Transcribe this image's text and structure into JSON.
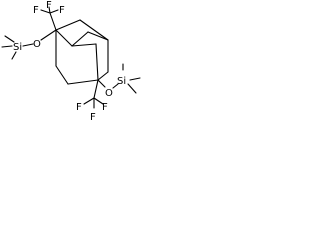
{
  "molecule": {
    "atom_labels": {
      "f_top_left_1": "F",
      "f_top_left_2": "F",
      "f_top_left_3": "F",
      "o_left": "O",
      "si_left": "Si",
      "si_right": "Si",
      "o_right": "O",
      "f_bottom_1": "F",
      "f_bottom_2": "F",
      "f_bottom_3": "F"
    },
    "colors": {
      "bond": "#000000",
      "text": "#000000",
      "background": "#ffffff"
    }
  }
}
